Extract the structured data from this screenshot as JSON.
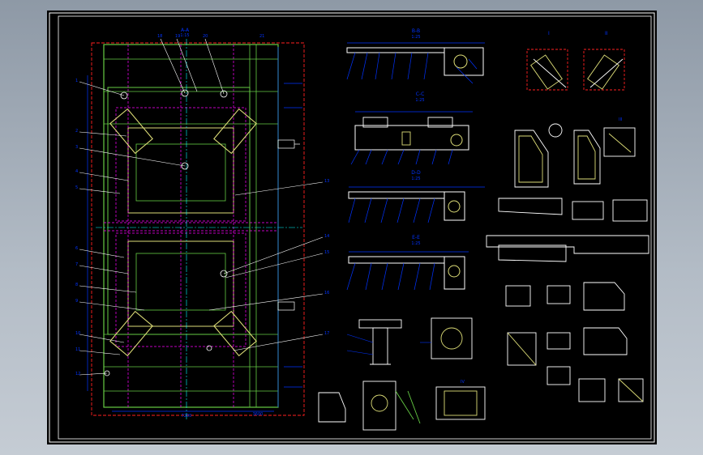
{
  "sheet": {
    "title_block": "",
    "palette": {
      "background": "#000000",
      "frame": "#ffffff",
      "object_line": "#ffffff",
      "hidden_line": "#ff00ff",
      "center_line": "#00ffff",
      "dimension": "#0033ff",
      "body_green": "#66cc44",
      "yellow": "#ffff00",
      "boundary": "#ff2020"
    }
  },
  "labels": {
    "main_top": "A-A",
    "main_sub": "1:15",
    "sec1": "B-B",
    "sec1_scale": "1:25",
    "sec2": "C-C",
    "sec2_scale": "1:25",
    "sec3": "D-D",
    "sec3_scale": "1:25",
    "sec4": "E-E",
    "sec4_scale": "1:25",
    "detail_a": "I",
    "detail_b": "II",
    "detail_c": "III",
    "detail_d": "IV",
    "bottom_dim": "7200",
    "side_dim": "3600"
  }
}
